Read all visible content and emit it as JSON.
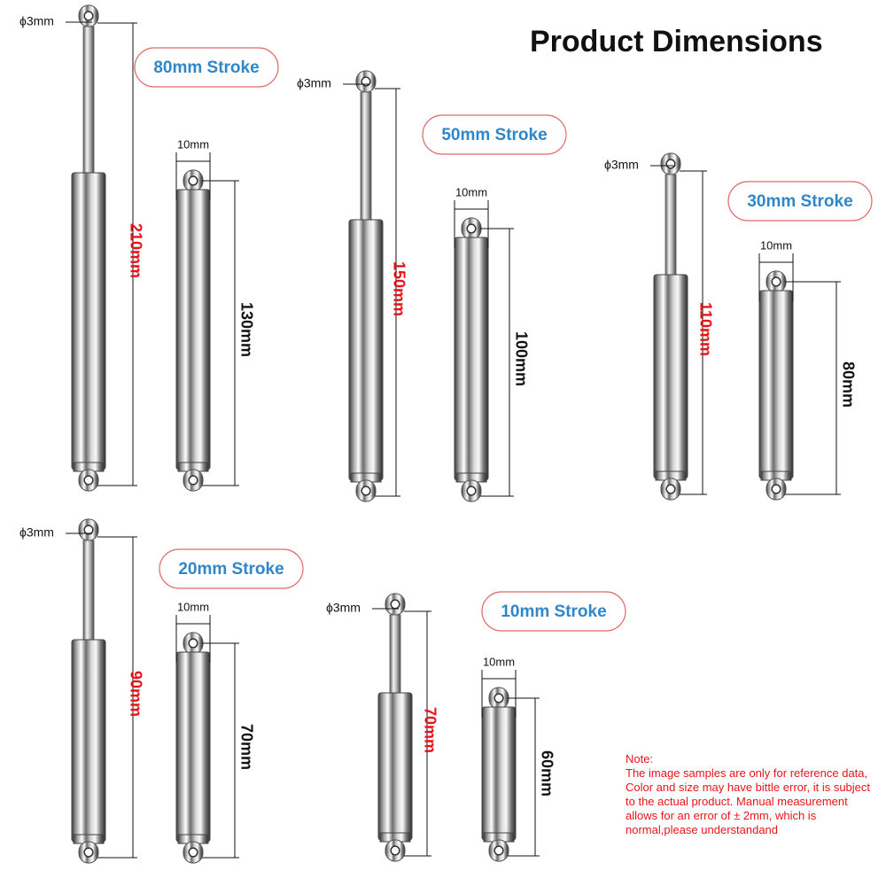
{
  "title": "Product Dimensions",
  "colors": {
    "stroke_label": "#2f86c8",
    "length_red": "#e8141a",
    "dim_line": "#111111",
    "badge_border": "#e26a6a"
  },
  "pieces": [
    {
      "stroke": "80mm Stroke",
      "ext_len": "210mm",
      "cmp_len": "130mm",
      "dia": "ϕ3mm",
      "width": "10mm"
    },
    {
      "stroke": "50mm Stroke",
      "ext_len": "150mm",
      "cmp_len": "100mm",
      "dia": "ϕ3mm",
      "width": "10mm"
    },
    {
      "stroke": "30mm Stroke",
      "ext_len": "110mm",
      "cmp_len": "80mm",
      "dia": "ϕ3mm",
      "width": "10mm"
    },
    {
      "stroke": "20mm Stroke",
      "ext_len": "90mm",
      "cmp_len": "70mm",
      "dia": "ϕ3mm",
      "width": "10mm"
    },
    {
      "stroke": "10mm Stroke",
      "ext_len": "70mm",
      "cmp_len": "60mm",
      "dia": "ϕ3mm",
      "width": "10mm"
    }
  ],
  "note": {
    "heading": "Note:",
    "body": "The image samples are only for reference data, Color and size may have bittle error,  it is subject to the actual product. Manual measurement allows for an error of ± 2mm, which is normal,please understandand"
  }
}
